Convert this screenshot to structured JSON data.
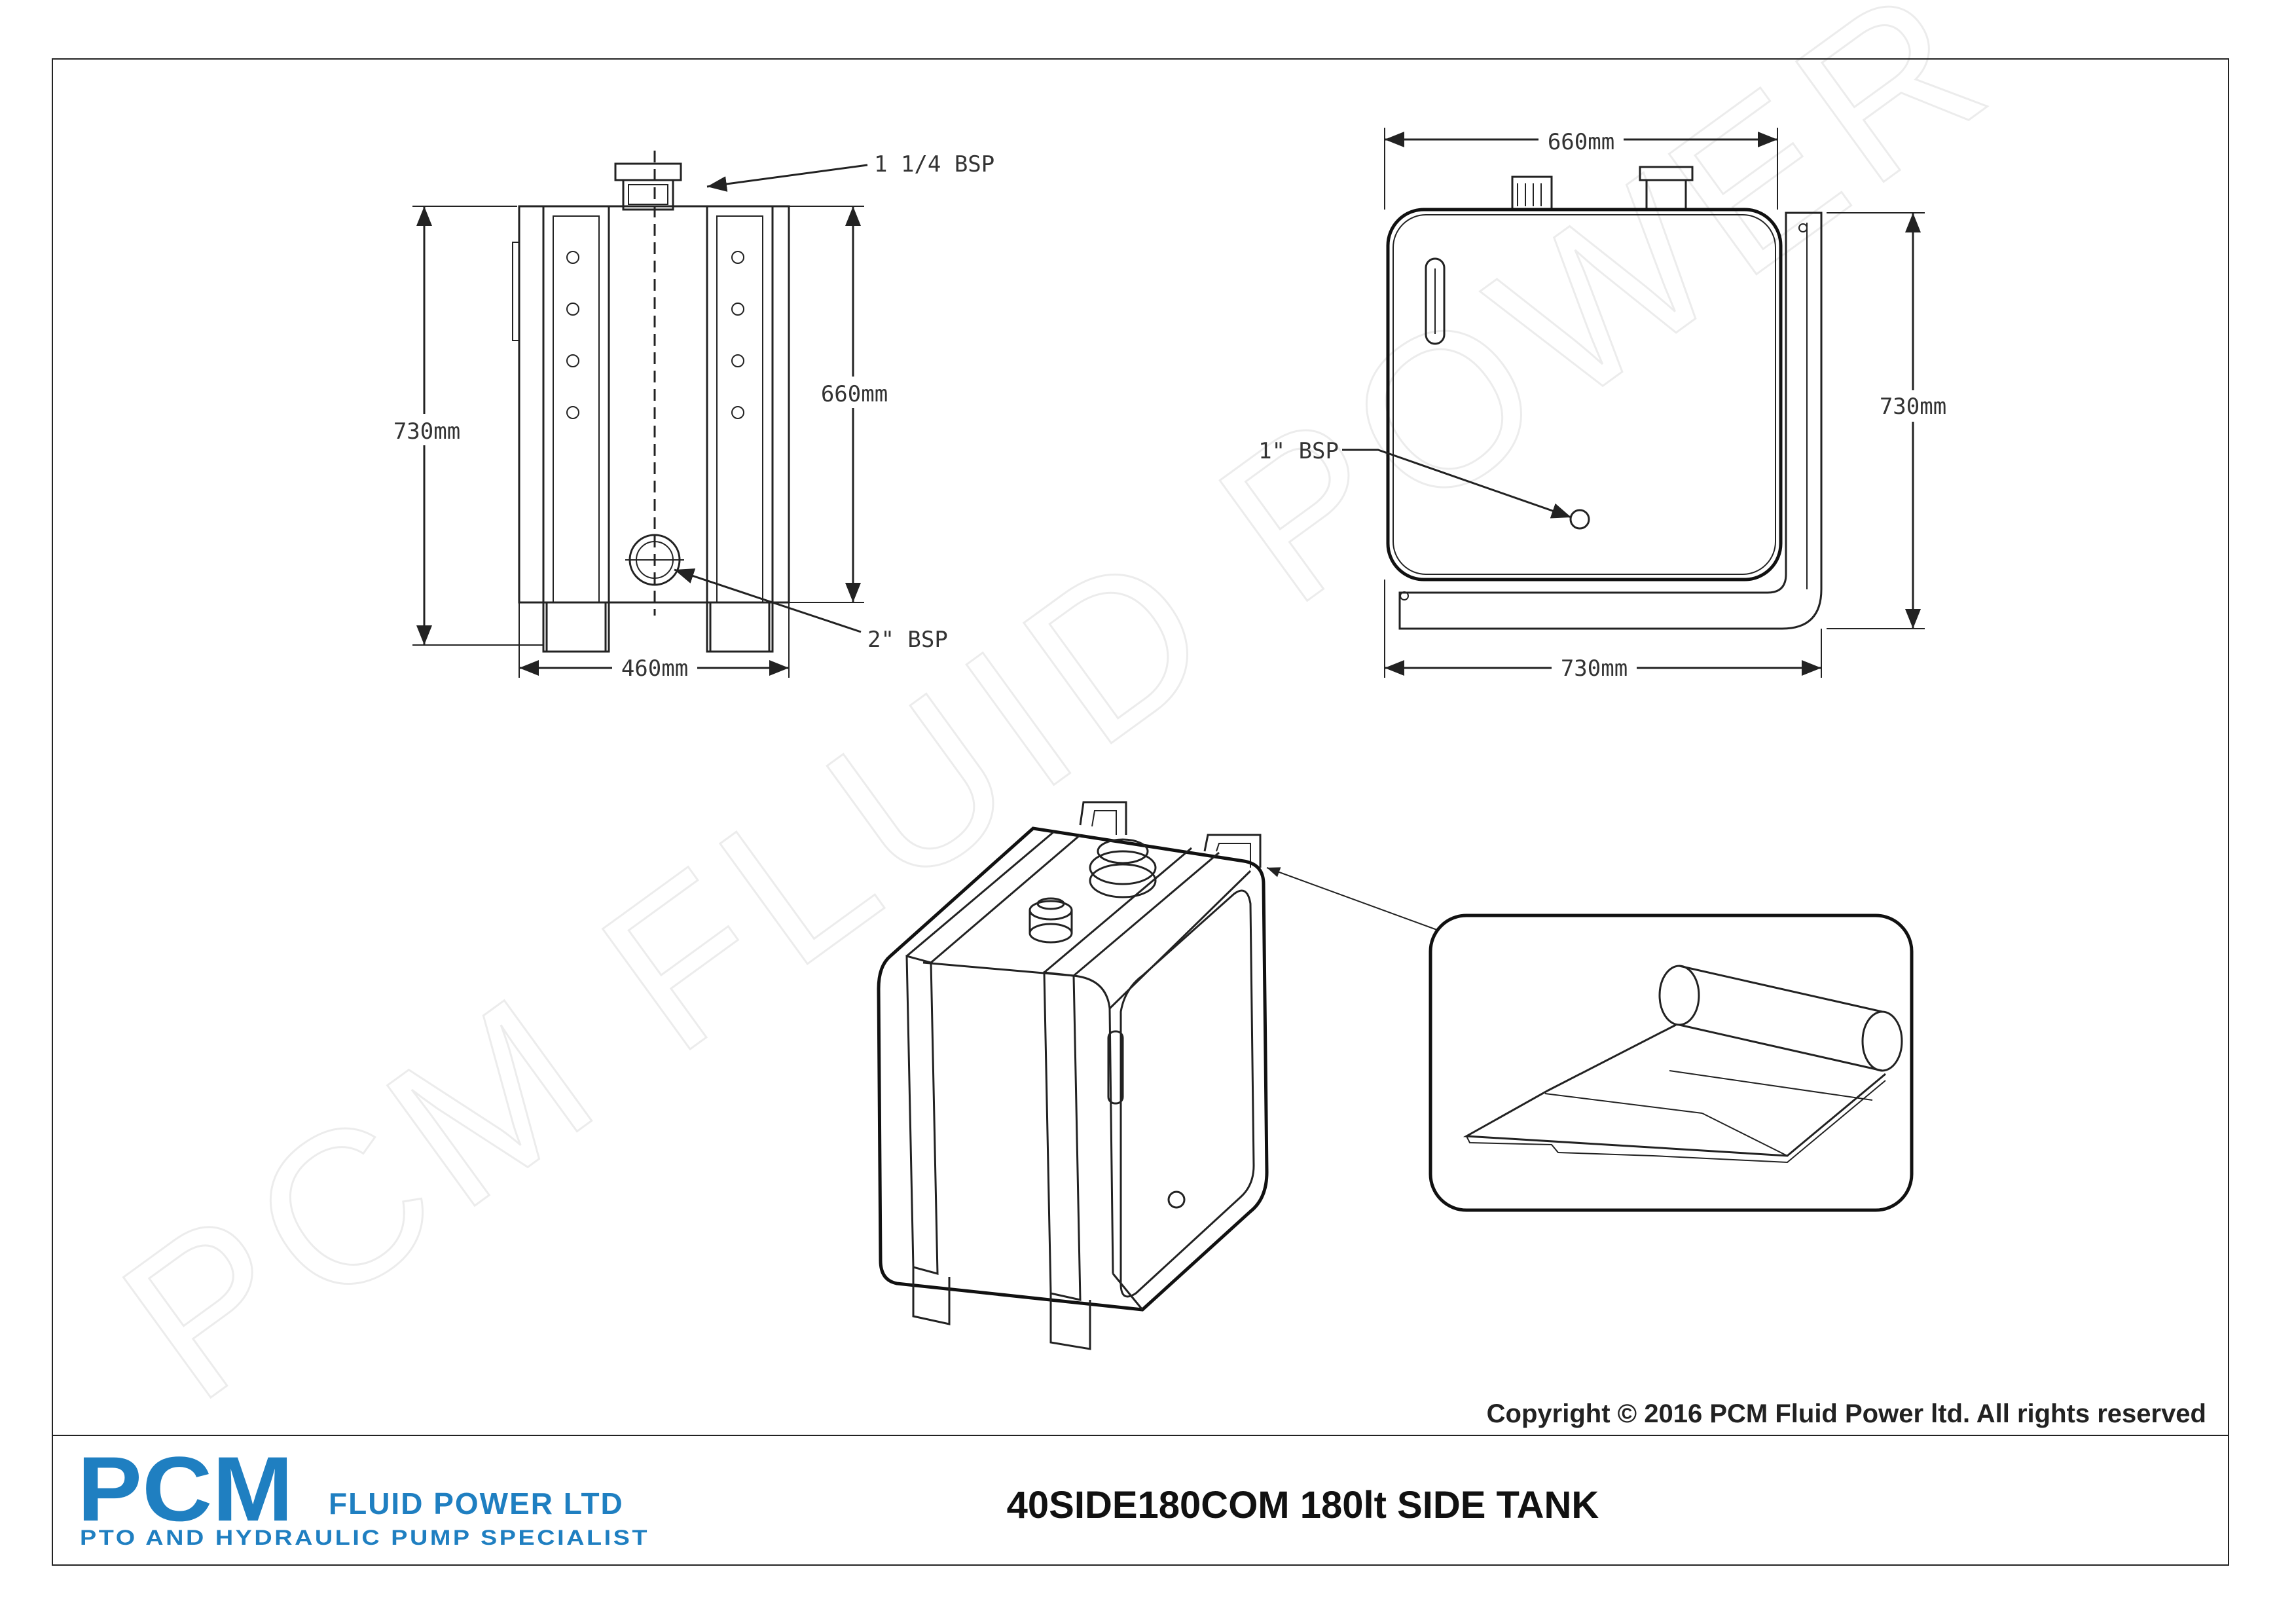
{
  "watermark": "PCM FLUID POWER",
  "front_view": {
    "label_top_port": "1 1/4 BSP",
    "label_bottom_port": "2\" BSP",
    "dim_height_outer": "730mm",
    "dim_height_inner": "660mm",
    "dim_width": "460mm"
  },
  "side_view": {
    "dim_top_width": "660mm",
    "dim_height": "730mm",
    "dim_bottom_width": "730mm",
    "label_port": "1\" BSP"
  },
  "copyright": "Copyright © 2016 PCM Fluid Power ltd. All rights reserved",
  "title_block": {
    "logo_main": "PCM",
    "logo_sub": "FLUID POWER LTD",
    "logo_tagline": "PTO AND HYDRAULIC PUMP SPECIALIST",
    "title": "40SIDE180COM 180lt SIDE TANK"
  },
  "colors": {
    "brand_blue": "#1f7fc1",
    "line": "#222222"
  }
}
